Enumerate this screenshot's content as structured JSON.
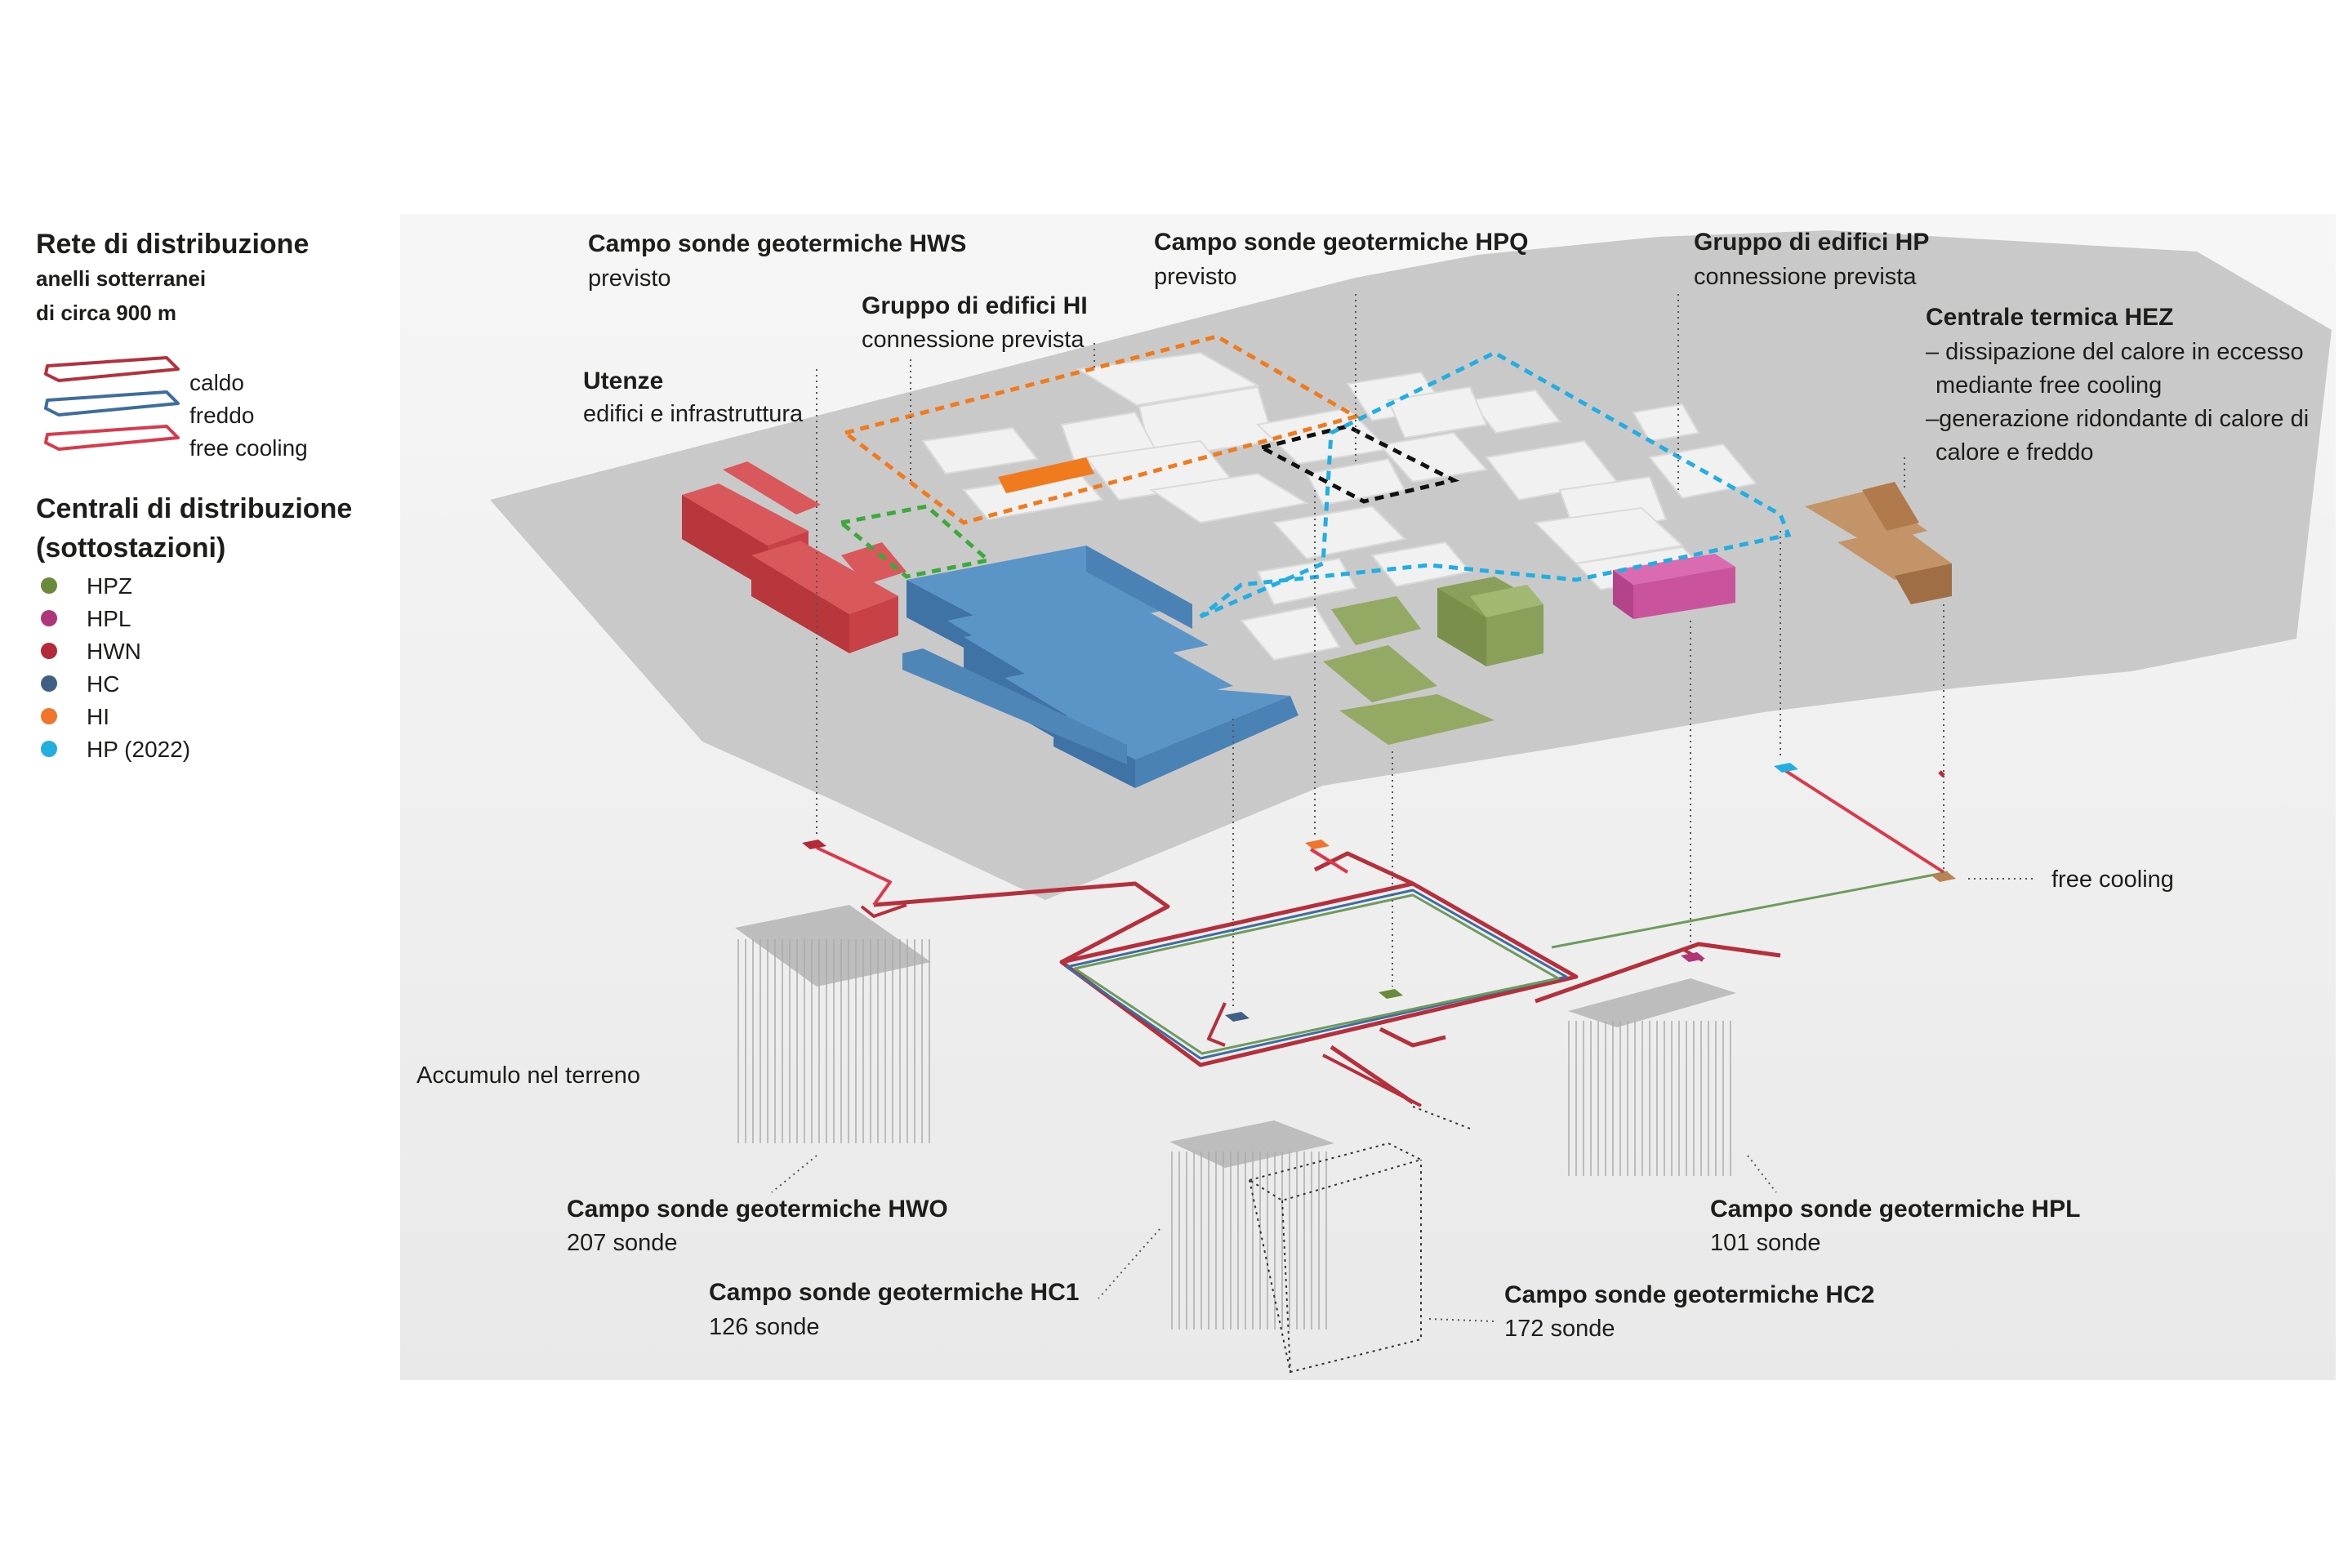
{
  "legend": {
    "network_title": "Rete di distribuzione",
    "network_sub1": "anelli sotterranei",
    "network_sub2": "di circa 900 m",
    "lines": [
      {
        "label": "caldo",
        "color": "#b3303c"
      },
      {
        "label": "freddo",
        "color": "#3c6d9e"
      },
      {
        "label": "free cooling",
        "color": "#d9394a"
      }
    ],
    "stations_title1": "Centrali di distribuzione",
    "stations_title2": "(sottostazioni)",
    "stations": [
      {
        "label": "HPZ",
        "color": "#6b8a3a"
      },
      {
        "label": "HPL",
        "color": "#b0347a"
      },
      {
        "label": "HWN",
        "color": "#b52a38"
      },
      {
        "label": "HC",
        "color": "#3f5f86"
      },
      {
        "label": "HI",
        "color": "#f0742a"
      },
      {
        "label": "HP (2022)",
        "color": "#22aee0"
      }
    ]
  },
  "labels": {
    "hws": {
      "title": "Campo sonde geotermiche HWS",
      "sub": "previsto"
    },
    "hpq": {
      "title": "Campo sonde geotermiche HPQ",
      "sub": "previsto"
    },
    "hp_group": {
      "title": "Gruppo di edifici HP",
      "sub": "connessione prevista"
    },
    "hi_group": {
      "title": "Gruppo di edifici HI",
      "sub": "connessione prevista"
    },
    "utenze": {
      "title": "Utenze",
      "sub": "edifici e infrastruttura"
    },
    "hez": {
      "title": "Centrale termica HEZ",
      "line1": "– dissipazione del calore in eccesso",
      "line2": "mediante free cooling",
      "line3": "–generazione ridondante di calore di",
      "line4": "calore e freddo"
    },
    "free_cooling": "free cooling",
    "accumulo": "Accumulo nel terreno",
    "hwo": {
      "title": "Campo sonde geotermiche HWO",
      "sub": "207 sonde"
    },
    "hc1": {
      "title": "Campo sonde geotermiche HC1",
      "sub": "126 sonde"
    },
    "hpl": {
      "title": "Campo sonde geotermiche HPL",
      "sub": "101 sonde"
    },
    "hc2": {
      "title": "Campo sonde geotermiche HC2",
      "sub": "172 sonde"
    }
  },
  "colors": {
    "ground": "#c9c9c9",
    "background_panel": "#eeeeee",
    "red_buildings": "#cf4a4e",
    "blue_buildings": "#4f86b8",
    "green_buildings": "#8fa561",
    "magenta_building": "#c9549b",
    "brown_building": "#b98356",
    "orange_building": "#f07a1e",
    "white_buildings": "#f1f1f1",
    "outline_orange": "#f07a1e",
    "outline_cyan": "#22aee0",
    "outline_green": "#3fa83c",
    "outline_black": "#111111"
  }
}
